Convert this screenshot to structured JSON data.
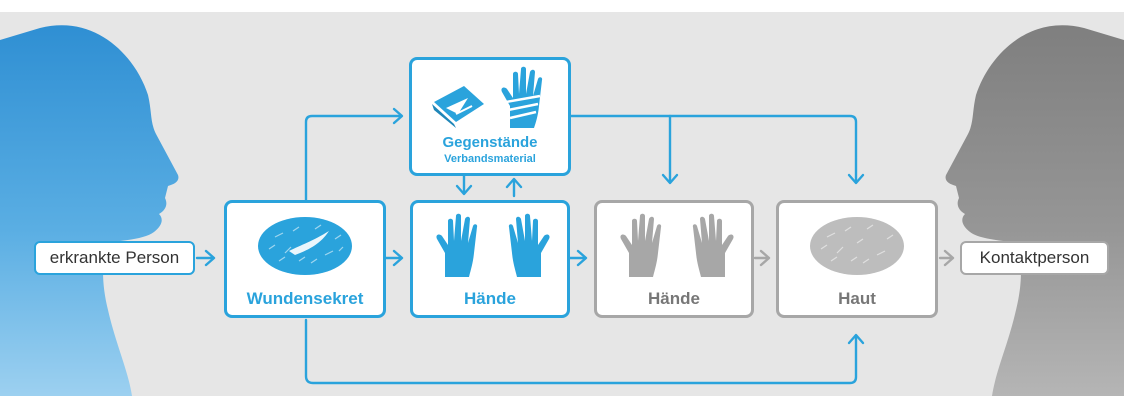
{
  "diagram": {
    "source": "erkrankte Person",
    "target": "Kontaktperson",
    "nodes": {
      "wundensekret": "Wundensekret",
      "haende_infected": "Hände",
      "gegenstaende_title": "Gegenstände",
      "gegenstaende_subtitle": "Verbandsmaterial",
      "haende_contact": "Hände",
      "haut": "Haut"
    },
    "colors": {
      "accent": "#2aa3dc",
      "neutral": "#a7a7a7",
      "background": "#e6e6e6"
    },
    "icons": [
      "person-silhouette-icon",
      "wound-secretion-icon",
      "hands-icon",
      "bandage-icon",
      "gloved-hand-icon",
      "skin-icon"
    ]
  }
}
